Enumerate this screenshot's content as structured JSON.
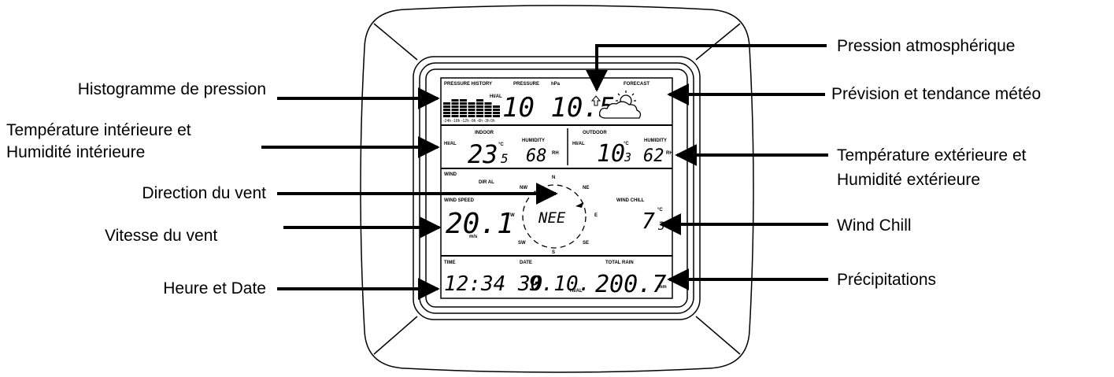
{
  "callouts_left": {
    "pressure_history": "Histogramme de pression",
    "indoor_line1": "Température intérieure et",
    "indoor_line2": "Humidité intérieure",
    "wind_direction": "Direction du vent",
    "wind_speed": "Vitesse du vent",
    "time_date": "Heure et Date"
  },
  "callouts_right": {
    "pressure": "Pression atmosphérique",
    "forecast": "Prévision et tendance météo",
    "outdoor_line1": "Température extérieure et",
    "outdoor_line2": "Humidité extérieure",
    "wind_chill": "Wind Chill",
    "rain": "Précipitations"
  },
  "display": {
    "pressure_history_label": "PRESSURE HISTORY",
    "pressure_history_axis": "-24h -18h -12h -9h -6h -3h 0h",
    "pressure_history_bars": [
      5,
      6,
      6,
      5,
      6,
      5,
      4
    ],
    "pressure_label": "PRESSURE",
    "pressure_unit": "hPa",
    "pressure_alarm": "HI/AL",
    "pressure_value": "10 10.5",
    "forecast_label": "FORECAST",
    "indoor_label": "INDOOR",
    "indoor_temp_main": "23",
    "indoor_temp_dec": "5",
    "indoor_humidity_label": "HUMIDITY",
    "indoor_humidity": "68",
    "outdoor_label": "OUTDOOR",
    "outdoor_temp_main": "10",
    "outdoor_temp_dec": "3",
    "outdoor_humidity_label": "HUMIDITY",
    "outdoor_humidity": "62",
    "temp_unit": "°C",
    "rh_unit": "RH",
    "alarm": "HI/AL",
    "wind_label": "WIND",
    "dir_al_label": "DIR AL",
    "wind_speed_label": "WIND SPEED",
    "wind_speed_value": "20.1",
    "wind_speed_unit": "m/s",
    "wind_direction_value": "NEE",
    "compass": {
      "n": "N",
      "ne": "NE",
      "e": "E",
      "se": "SE",
      "s": "S",
      "sw": "SW",
      "w": "W",
      "nw": "NW"
    },
    "wind_chill_label": "WIND CHILL",
    "wind_chill_main": "7",
    "wind_chill_dec": "3",
    "time_label": "TIME",
    "date_label": "DATE",
    "time_value": "12:34 30",
    "date_value": "9.10.",
    "total_rain_label": "TOTAL RAIN",
    "rain_value": "200.7",
    "rain_unit": "mm"
  }
}
